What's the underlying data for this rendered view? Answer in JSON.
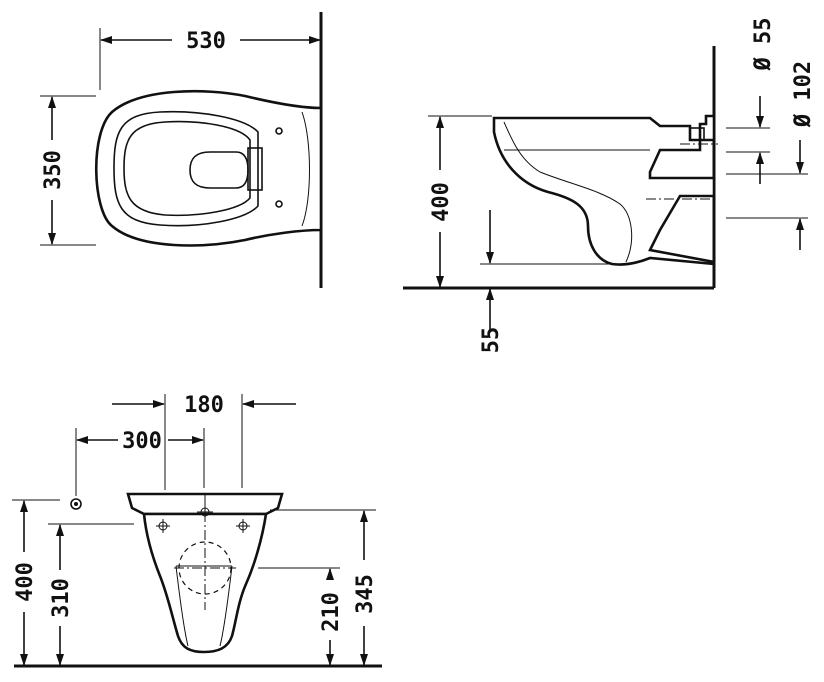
{
  "top_view": {
    "width_label": "530",
    "depth_label": "350"
  },
  "side_view": {
    "height_label": "400",
    "bottom_offset_label": "55",
    "inlet_label": "Ø 55",
    "outlet_label": "Ø 102"
  },
  "front_view": {
    "bolt_spacing_label": "180",
    "offset_label": "300",
    "total_height_label": "400",
    "inlet_height_label": "310",
    "outlet_height_label": "210",
    "rim_height_label": "345"
  }
}
